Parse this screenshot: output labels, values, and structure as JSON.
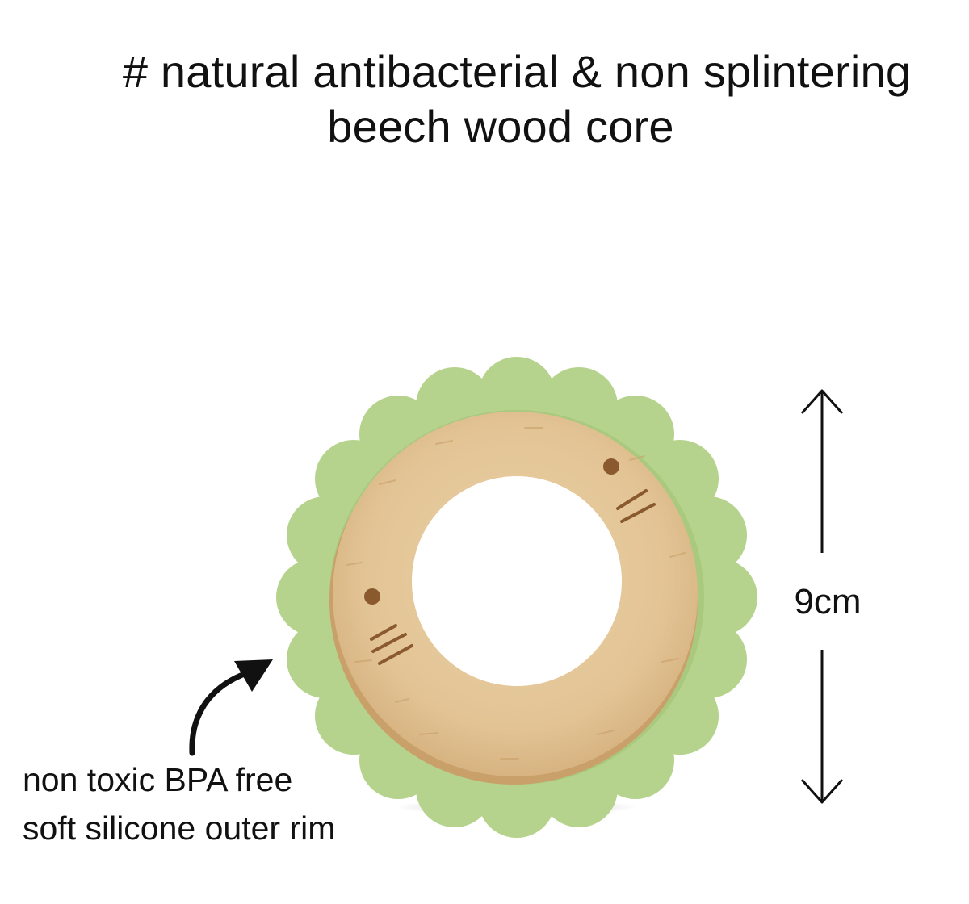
{
  "headline": {
    "line1": "# natural antibacterial & non splintering",
    "line2": "beech wood core"
  },
  "callout": {
    "line1": "non toxic BPA free",
    "line2": "soft silicone outer rim"
  },
  "dimension": {
    "label": "9cm"
  },
  "colors": {
    "silicone": "#b5d38c",
    "silicone_inner": "#a9c97f",
    "wood": "#e2c394",
    "wood_edge": "#c9a06a",
    "engraving": "#8a5a2e"
  },
  "icons": {
    "callout_arrow": "curved-arrow-icon",
    "dimension_arrow": "double-vertical-arrow-icon"
  }
}
